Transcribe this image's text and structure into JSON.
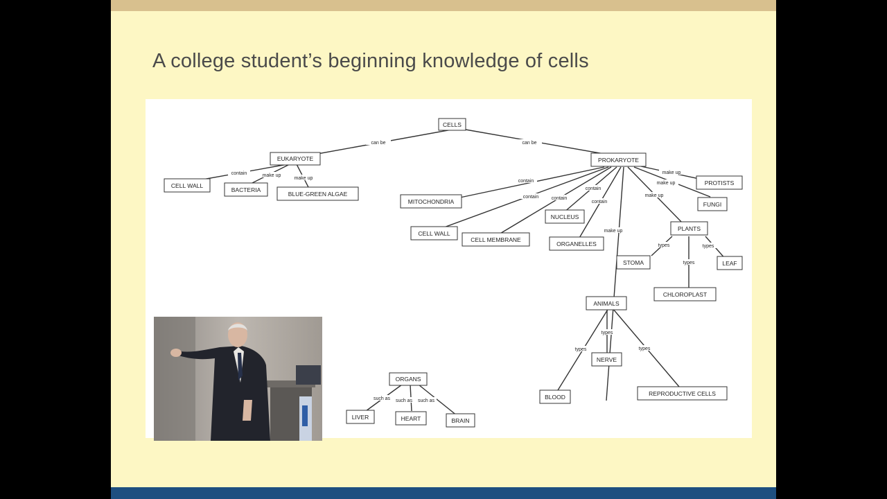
{
  "slide": {
    "title": "A college student’s beginning knowledge of cells"
  },
  "concept_map": {
    "nodes": [
      {
        "id": "cells",
        "label": "CELLS"
      },
      {
        "id": "eukaryote",
        "label": "EUKARYOTE"
      },
      {
        "id": "prokaryote",
        "label": "PROKARYOTE"
      },
      {
        "id": "cellwall1",
        "label": "CELL WALL"
      },
      {
        "id": "bacteria",
        "label": "BACTERIA"
      },
      {
        "id": "bluegreen",
        "label": "BLUE-GREEN ALGAE"
      },
      {
        "id": "mito",
        "label": "MITOCHONDRIA"
      },
      {
        "id": "cellwall2",
        "label": "CELL WALL"
      },
      {
        "id": "cellmem",
        "label": "CELL MEMBRANE"
      },
      {
        "id": "nucleus",
        "label": "NUCLEUS"
      },
      {
        "id": "organelles",
        "label": "ORGANELLES"
      },
      {
        "id": "protists",
        "label": "PROTISTS"
      },
      {
        "id": "fungi",
        "label": "FUNGI"
      },
      {
        "id": "plants",
        "label": "PLANTS"
      },
      {
        "id": "stoma",
        "label": "STOMA"
      },
      {
        "id": "leaf",
        "label": "LEAF"
      },
      {
        "id": "chloroplast",
        "label": "CHLOROPLAST"
      },
      {
        "id": "animals",
        "label": "ANIMALS"
      },
      {
        "id": "nerve",
        "label": "NERVE"
      },
      {
        "id": "blood",
        "label": "BLOOD"
      },
      {
        "id": "repro",
        "label": "REPRODUCTIVE CELLS"
      },
      {
        "id": "organs",
        "label": "ORGANS"
      },
      {
        "id": "liver",
        "label": "LIVER"
      },
      {
        "id": "heart",
        "label": "HEART"
      },
      {
        "id": "brain",
        "label": "BRAIN"
      }
    ],
    "links": [
      {
        "id": "l1",
        "label": "can be"
      },
      {
        "id": "l2",
        "label": "can be"
      },
      {
        "id": "l3",
        "label": "contain"
      },
      {
        "id": "l4",
        "label": "make up"
      },
      {
        "id": "l5",
        "label": "make up"
      },
      {
        "id": "l6",
        "label": "contain"
      },
      {
        "id": "l7",
        "label": "contain"
      },
      {
        "id": "l8",
        "label": "contain"
      },
      {
        "id": "l9",
        "label": "contain"
      },
      {
        "id": "l10",
        "label": "contain"
      },
      {
        "id": "l11",
        "label": "make up"
      },
      {
        "id": "l12",
        "label": "make up"
      },
      {
        "id": "l13",
        "label": "make up"
      },
      {
        "id": "l14",
        "label": "make up"
      },
      {
        "id": "l15",
        "label": "types"
      },
      {
        "id": "l16",
        "label": "types"
      },
      {
        "id": "l17",
        "label": "types"
      },
      {
        "id": "l18",
        "label": "types"
      },
      {
        "id": "l19",
        "label": "types"
      },
      {
        "id": "l20",
        "label": "types"
      },
      {
        "id": "l21",
        "label": "such as"
      },
      {
        "id": "l22",
        "label": "such as"
      },
      {
        "id": "l23",
        "label": "such as"
      }
    ]
  }
}
